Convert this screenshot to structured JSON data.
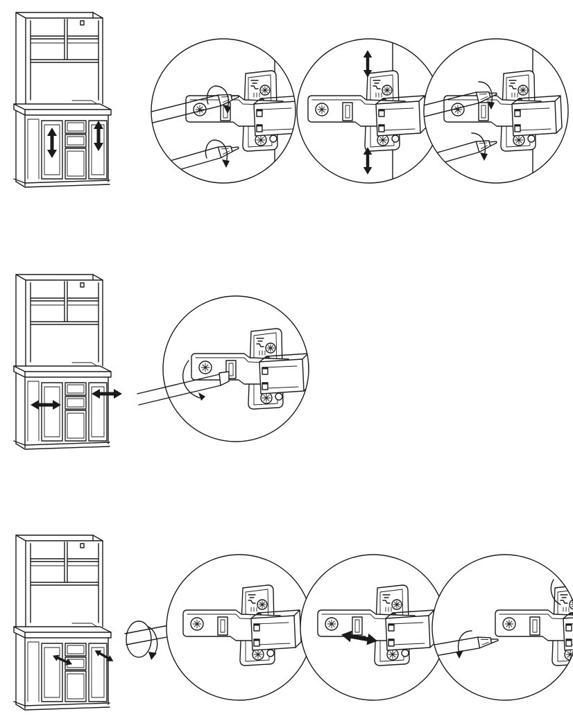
{
  "sheet": {
    "background": "#ffffff",
    "ink": "#1a1a1a"
  },
  "steps": [
    {
      "id": "vertical-adjustment",
      "cabinet_arrow": "up-down",
      "details": [
        "hinge-screws-turn",
        "door-moves-up-down",
        "hinge-screws-turn-back"
      ]
    },
    {
      "id": "depth-adjustment",
      "cabinet_arrow": "left-right",
      "details": [
        "hinge-front-screw-turn"
      ]
    },
    {
      "id": "side-adjustment",
      "cabinet_arrow": "left-right",
      "details": [
        "hinge-side-screw-turn",
        "door-moves-sideways",
        "hinge-screw-turn-back"
      ]
    }
  ],
  "icons": [
    "cabinet-icon",
    "screwdriver-icon",
    "hinge-icon",
    "rotation-arrow-icon",
    "double-arrow-icon"
  ]
}
